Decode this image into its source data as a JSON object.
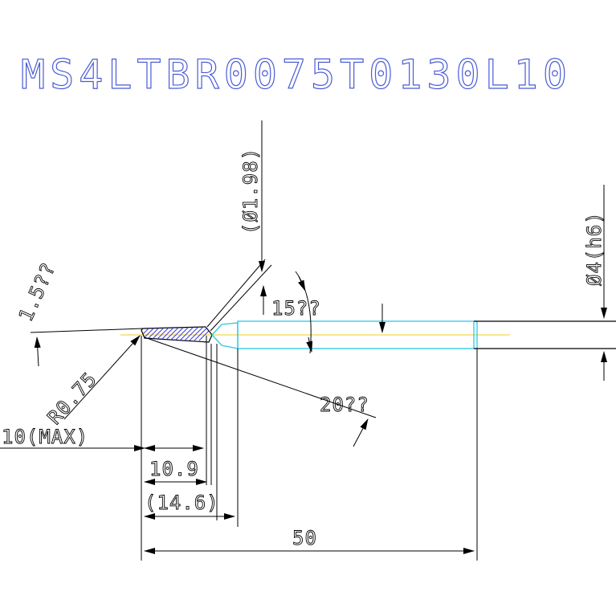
{
  "title": "MS4LTBR0075T0130L10",
  "colors": {
    "title": "#4a5bd6",
    "outline": "#000000",
    "shank": "#29c8e8",
    "centerline": "#f0d84a",
    "hatch": "#3a3ad8"
  },
  "dimensions": {
    "neck_dia": "(Ø1.98)",
    "shank_dia": "Ø4(h6)",
    "edge_angle": "1.5??",
    "neck_angle": "15??",
    "taper_angle": "20??",
    "radius": "R0.75",
    "max_length": "10(MAX)",
    "effective_length": "10.9",
    "neck_length": "(14.6)",
    "overall_length": "50"
  }
}
